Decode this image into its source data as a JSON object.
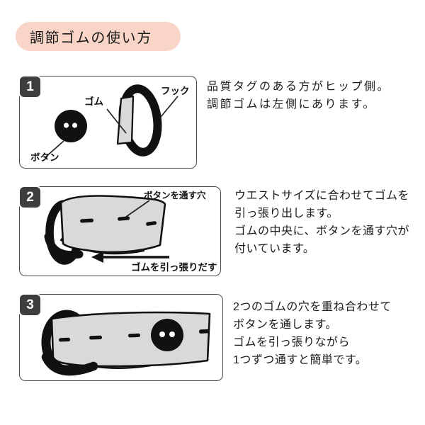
{
  "header": {
    "title": "調節ゴムの使い方"
  },
  "steps": [
    {
      "number": "1",
      "description": "品質タグのある方がヒップ側。\n調節ゴムは左側にあります。",
      "labels": {
        "button": "ボタン",
        "elastic": "ゴム",
        "hook": "フック"
      }
    },
    {
      "number": "2",
      "description": "ウエストサイズに合わせてゴムを\n引っ張り出します。\nゴムの中央に、ボタンを通す穴が\n付いています。",
      "labels": {
        "hole": "ボタンを通す穴",
        "pull": "ゴムを引っ張りだす"
      }
    },
    {
      "number": "3",
      "description": "2つのゴムの穴を重ね合わせて\nボタンを通します。\nゴムを引っ張りながら\n1つずつ通すと簡単です。"
    }
  ],
  "colors": {
    "accent_pink": "#f8d5c7",
    "badge_gray": "#3e3e3e",
    "outline_black": "#111111",
    "elastic_gray": "#d9d9d9",
    "fold_gray": "#8b8b8b"
  }
}
